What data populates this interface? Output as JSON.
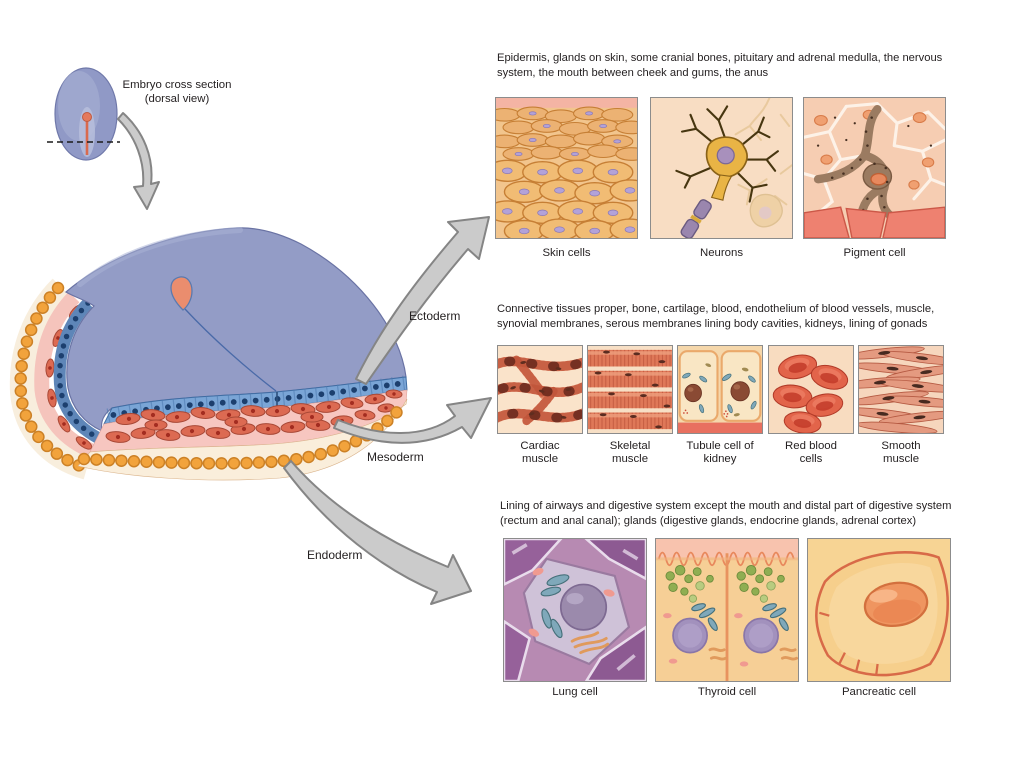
{
  "embryo": {
    "label_line1": "Embryo cross section",
    "label_line2": "(dorsal view)"
  },
  "layers": [
    {
      "name": "Ectoderm",
      "description": "Epidermis, glands on skin, some cranial bones, pituitary and adrenal medulla, the nervous system, the mouth between cheek and gums, the anus",
      "tiles": [
        "Skin cells",
        "Neurons",
        "Pigment cell"
      ]
    },
    {
      "name": "Mesoderm",
      "description": "Connective tissues proper, bone, cartilage, blood, endothelium of blood vessels, muscle, synovial membranes, serous membranes lining body cavities, kidneys, lining of gonads",
      "tiles": [
        "Cardiac muscle",
        "Skeletal muscle",
        "Tubule cell of kidney",
        "Red blood cells",
        "Smooth muscle"
      ]
    },
    {
      "name": "Endoderm",
      "description": "Lining of airways and digestive system except the mouth and distal part of digestive system (rectum and anal canal); glands (digestive glands, endocrine glands, adrenal cortex)",
      "tiles": [
        "Lung cell",
        "Thyroid cell",
        "Pancreatic cell"
      ]
    }
  ],
  "colors": {
    "ectoderm_cells": "#7aa5d6",
    "ectoderm_nuclei": "#1c3f6e",
    "mesoderm_cells": "#dc6a52",
    "mesoderm_bg": "#f7c6c0",
    "endoderm_cells": "#f2a33c",
    "top_surface": "#939cc6",
    "arrow_gray": "#cbcbcb"
  }
}
